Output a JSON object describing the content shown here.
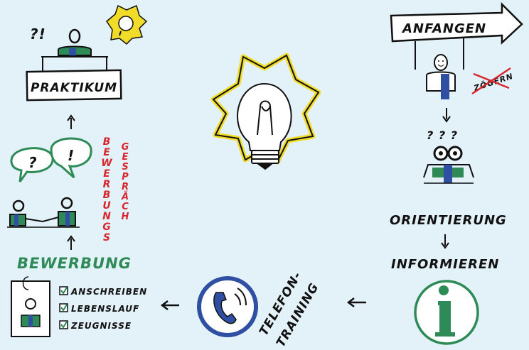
{
  "praktikum": {
    "label": "PRAKTIKUM",
    "question_marks": "?!"
  },
  "bewerbungsgespraech": {
    "word1": "BEWERBUNGS",
    "word2": "GESPRÄCH"
  },
  "bewerbung": {
    "title": "BEWERBUNG",
    "items": [
      "ANSCHREIBEN",
      "LEBENSLAUF",
      "ZEUGNISSE"
    ]
  },
  "telefontraining": {
    "line1": "TELEFON-",
    "line2": "TRAINING"
  },
  "anfangen": {
    "label": "ANFANGEN",
    "crossed_word": "ZÖGERN"
  },
  "orientierung": {
    "label": "ORIENTIERUNG",
    "question_marks": "? ? ?"
  },
  "informieren": {
    "label": "INFORMIEREN",
    "info_symbol": "i"
  },
  "colors": {
    "ink": "#111111",
    "green": "#2e8b57",
    "blue": "#2f4fa2",
    "red": "#d8262e",
    "yellow": "#f2dc2a",
    "background": "#e3f1f8"
  }
}
